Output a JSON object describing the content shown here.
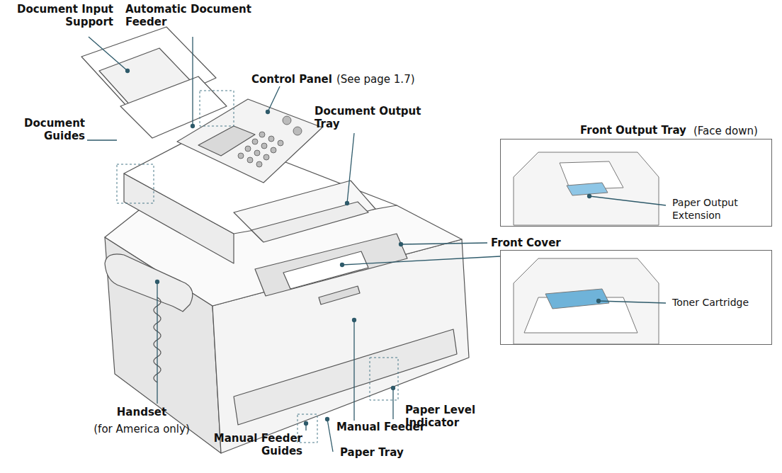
{
  "diagram": {
    "nodes": [
      {
        "text": [
          "Front Output Tray",
          "(Face down)",
          "Paper Output Extension"
        ]
      },
      {
        "text": [
          "Toner Cartridge"
        ]
      }
    ],
    "labels": [
      "Document Input Support",
      "Automatic Document Feeder",
      "Control Panel",
      "(See page 1.7)",
      "Document Output Tray",
      "Document Guides",
      "Front Cover",
      "Paper Level Indicator",
      "Manual Feeder",
      "Handset",
      "(for America only)",
      "Manual Feeder Guides",
      "Paper Tray"
    ]
  }
}
